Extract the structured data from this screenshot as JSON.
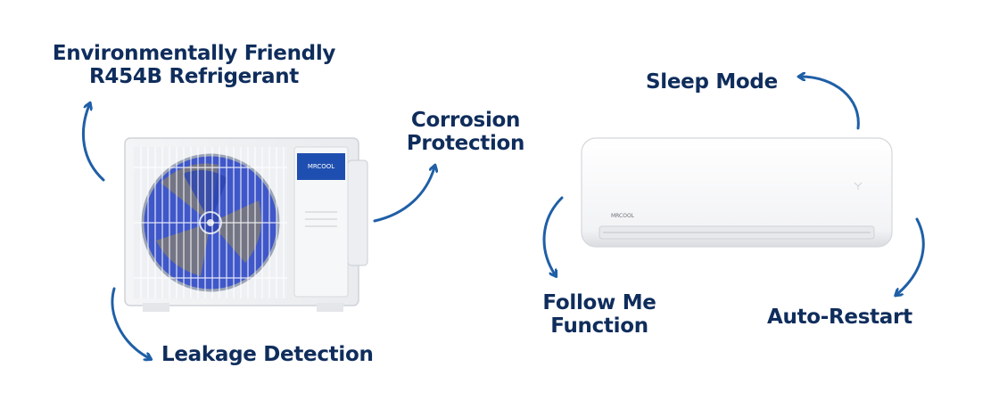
{
  "features": {
    "eco_line1": "Environmentally Friendly",
    "eco_line2": "R454B Refrigerant",
    "corrosion_line1": "Corrosion",
    "corrosion_line2": "Protection",
    "leakage": "Leakage Detection",
    "sleep": "Sleep Mode",
    "follow_line1": "Follow Me",
    "follow_line2": "Function",
    "auto_restart": "Auto-Restart"
  },
  "brand": {
    "outdoor_logo": "MRCOOL",
    "indoor_logo": "MRCOOL"
  },
  "colors": {
    "label_text": "#0f2d5c",
    "arrow": "#1f5fa6",
    "fan_blue": "#3f57c9"
  }
}
